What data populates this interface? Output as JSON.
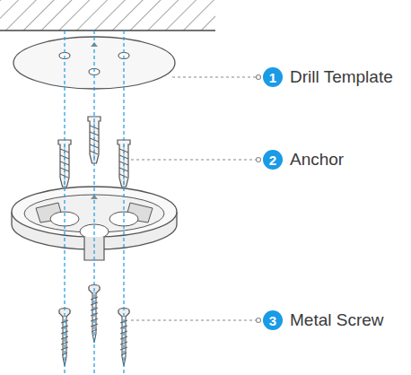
{
  "diagram": {
    "nodes": [
      {
        "text": [
          "1"
        ]
      },
      {
        "text": [
          "2"
        ]
      },
      {
        "text": [
          "3"
        ]
      }
    ],
    "labels": [
      "Drill Template",
      "Anchor",
      "Metal Screw"
    ]
  }
}
